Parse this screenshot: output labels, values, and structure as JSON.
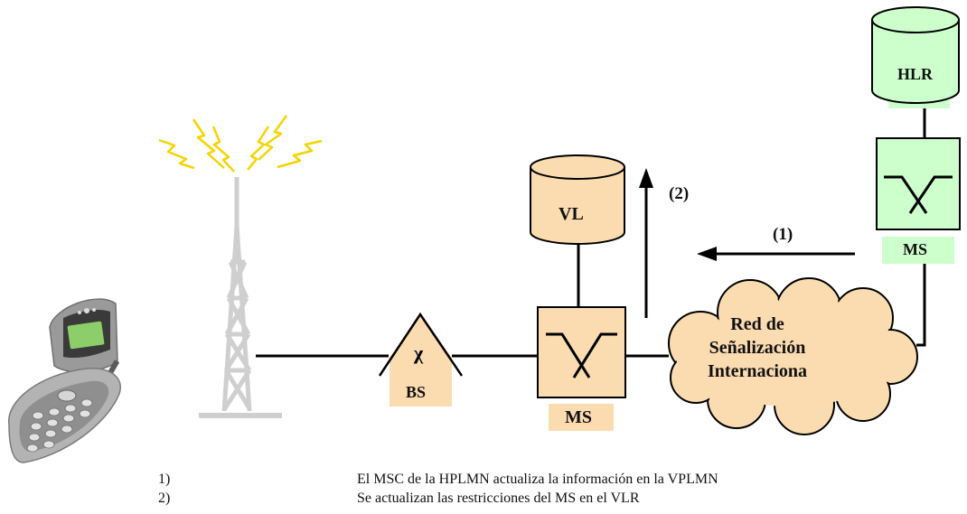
{
  "labels": {
    "hlr": "HLR",
    "hlr_msc": "MS",
    "vlr": "VL",
    "vmsc": "MS",
    "bs": "BS",
    "step_1": "(1)",
    "step_2": "(2)",
    "cloud_line1": "Red de",
    "cloud_line2": "Señalización",
    "cloud_line3": "Internaciona"
  },
  "legend": [
    {
      "num": "1)",
      "text": "El MSC de la HPLMN actualiza la información en la VPLMN"
    },
    {
      "num": "2)",
      "text": "Se actualizan las restricciones del MS en el  VLR"
    }
  ],
  "colors": {
    "green_fill": "#ccffcc",
    "tan_fill": "#fbdcb0",
    "tower_gray": "#d0d0d0",
    "lightning": "#f5d400"
  }
}
